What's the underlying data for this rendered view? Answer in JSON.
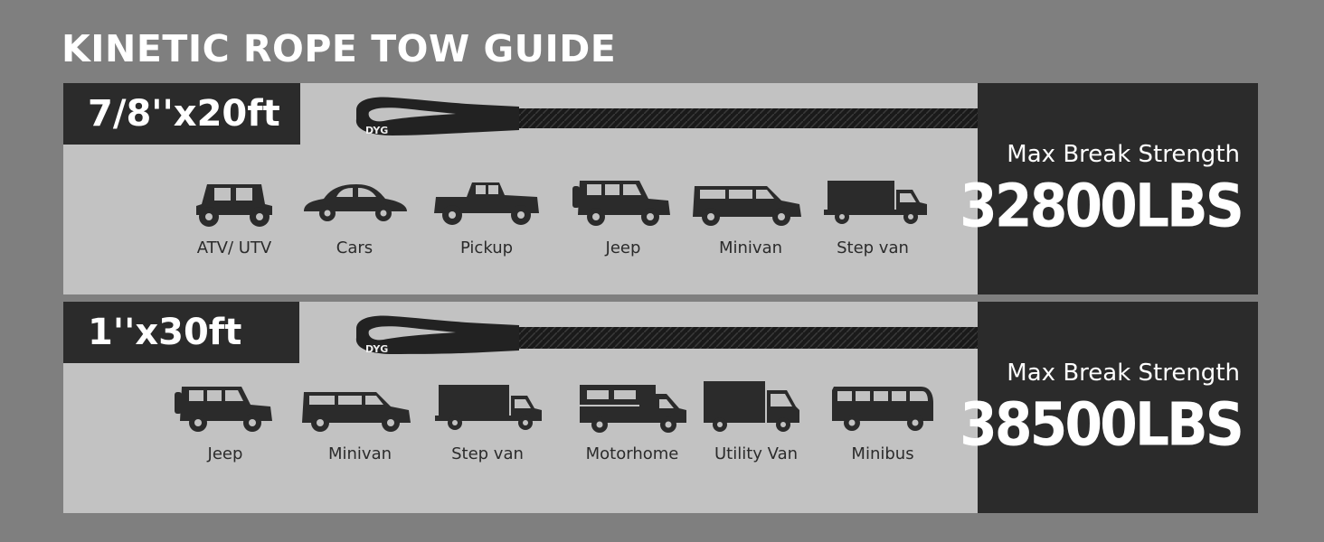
{
  "title": "KINETIC ROPE TOW GUIDE",
  "colors": {
    "background": "#7f7f7f",
    "panel": "#c2c2c2",
    "dark": "#2b2b2b",
    "text_light": "#ffffff"
  },
  "ropes": [
    {
      "size": "7/8''x20ft",
      "strength_caption": "Max Break Strength",
      "strength_value": "32800LBS",
      "vehicles": [
        {
          "label": "ATV/ UTV",
          "icon": "atv-icon"
        },
        {
          "label": "Cars",
          "icon": "car-icon"
        },
        {
          "label": "Pickup",
          "icon": "pickup-icon"
        },
        {
          "label": "Jeep",
          "icon": "jeep-icon"
        },
        {
          "label": "Minivan",
          "icon": "minivan-icon"
        },
        {
          "label": "Step van",
          "icon": "step-van-icon"
        }
      ]
    },
    {
      "size": "1''x30ft",
      "strength_caption": "Max Break Strength",
      "strength_value": "38500LBS",
      "vehicles": [
        {
          "label": "Jeep",
          "icon": "jeep-icon"
        },
        {
          "label": "Minivan",
          "icon": "minivan-icon"
        },
        {
          "label": "Step van",
          "icon": "step-van-icon"
        },
        {
          "label": "Motorhome",
          "icon": "motorhome-icon"
        },
        {
          "label": "Utility Van",
          "icon": "utility-van-icon"
        },
        {
          "label": "Minibus",
          "icon": "minibus-icon"
        }
      ]
    }
  ]
}
